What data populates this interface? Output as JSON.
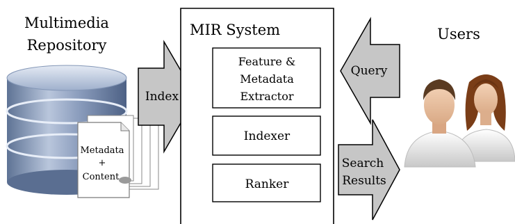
{
  "repository": {
    "title_line1": "Multimedia",
    "title_line2": "Repository"
  },
  "documents": {
    "line1": "Metadata",
    "line2": "+",
    "line3": "Content"
  },
  "mir_system": {
    "title": "MIR System",
    "extractor": {
      "line1": "Feature &",
      "line2": "Metadata",
      "line3": "Extractor"
    },
    "indexer": "Indexer",
    "ranker": "Ranker"
  },
  "arrows": {
    "index": "Index",
    "query": "Query",
    "search_results_line1": "Search",
    "search_results_line2": "Results"
  },
  "users": {
    "title": "Users"
  },
  "colors": {
    "arrow_fill": "#c6c6c6",
    "box_stroke": "#000000",
    "db_blue": "#6f83a6"
  }
}
